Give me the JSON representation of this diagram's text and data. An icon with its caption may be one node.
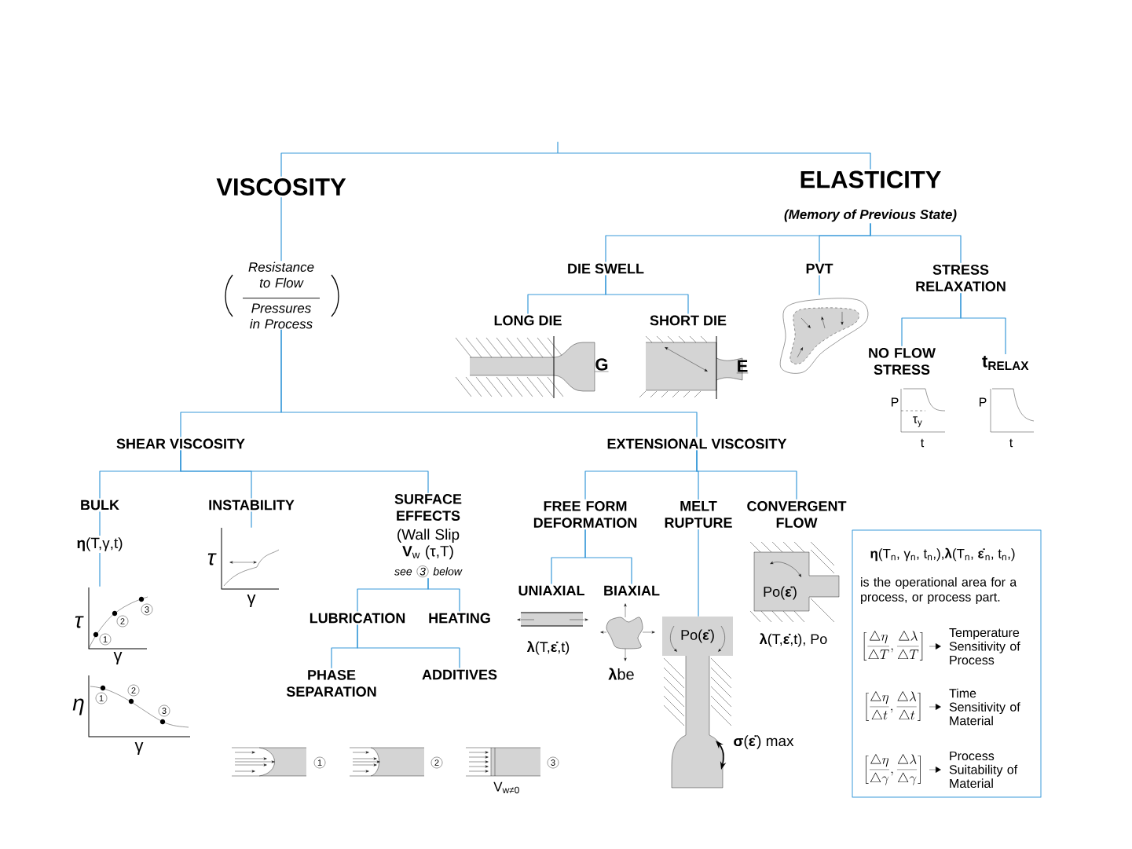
{
  "diagram": {
    "nodes": [
      {
        "text": [
          "VISCOSITY"
        ]
      },
      {
        "text": [
          "ELASTICITY",
          "(Memory of Previous State)"
        ]
      },
      {
        "text": [
          "Resistance to Flow",
          "Pressures in Process"
        ]
      },
      {
        "text": [
          "SHEAR VISCOSITY"
        ]
      },
      {
        "text": [
          "EXTENSIONAL VISCOSITY"
        ]
      },
      {
        "text": [
          "BULK"
        ]
      },
      {
        "text": [
          "INSTABILITY"
        ]
      },
      {
        "text": [
          "SURFACE EFFECTS",
          "(Wall Slip **V**$_{w}$ (τ,T)",
          "see",
          "3",
          "below"
        ]
      },
      {
        "text": [
          "**η**(T,γ,t)"
        ]
      },
      {
        "text": [
          "τ",
          "γ"
        ]
      },
      {
        "text": [
          "τ",
          "γ",
          "1",
          "2",
          "3"
        ]
      },
      {
        "text": [
          "LONG DIE"
        ]
      },
      {
        "text": [
          "LUBRICATION"
        ]
      },
      {
        "text": [
          "HEATING"
        ]
      },
      {
        "text": [
          "PHASE SEPARATION"
        ]
      },
      {
        "text": [
          "ADDITIVES"
        ]
      },
      {
        "text": [
          "DIE SWELL"
        ]
      },
      {
        "text": [
          "PVT"
        ]
      },
      {
        "text": [
          "STRESS RELAXATION"
        ]
      },
      {
        "text": [
          "SHORT DIE"
        ]
      },
      {
        "text": [],
        "shape": "picture"
      },
      {
        "text": [
          "NO FLOW STRESS"
        ]
      },
      {
        "text": [
          "t$_{RELAX}$"
        ]
      },
      {
        "text": [
          "FREE FORM DEFORMATION"
        ]
      },
      {
        "text": [
          "MELT RUPTURE"
        ]
      },
      {
        "text": [
          "CONVERGENT FLOW"
        ]
      },
      {
        "text": [
          "UNIAXIAL"
        ]
      },
      {
        "text": [
          "BIAXIAL"
        ]
      },
      {
        "text": [
          "Po(**ε̇**)"
        ]
      },
      {
        "text": [
          "**η**(T$_{n}$, γ$_{n}$, t$_{n}$,),**λ**(T$_{n}$, **ε̇**$_{n}$, t$_{n}$,)",
          "is the operational area for a process, or process part.",
          "\\left[\\frac{\\triangle\\eta}{\\triangle T},\\frac{\\triangle\\lambda}{\\triangle T}\\right]",
          "Temperature Sensitivity of Process",
          "\\left[\\frac{\\triangle\\eta}{\\triangle t},\\frac{\\triangle\\lambda}{\\triangle t}\\right]",
          "Time Sensitivity of Material",
          "\\left[\\frac{\\triangle\\eta}{\\triangle\\gamma},\\frac{\\triangle\\lambda}{\\triangle\\gamma}\\right]",
          "Process Suitability of Material"
        ]
      }
    ],
    "edges": [
      {
        "from": 0,
        "to": 1,
        "arrow": "none"
      },
      {
        "from": 0,
        "to": 2,
        "arrow": "none"
      },
      {
        "from": 2,
        "to": 3,
        "arrow": "none"
      },
      {
        "from": 2,
        "to": 4,
        "arrow": "none"
      },
      {
        "from": 1,
        "to": 16,
        "arrow": "none"
      },
      {
        "from": 1,
        "to": 17,
        "arrow": "none"
      },
      {
        "from": 1,
        "to": 18,
        "arrow": "none"
      },
      {
        "from": 16,
        "to": 11,
        "arrow": "none"
      },
      {
        "from": 16,
        "to": 19,
        "arrow": "none"
      },
      {
        "from": 17,
        "to": 20,
        "arrow": "none"
      },
      {
        "from": 18,
        "to": 21,
        "arrow": "none"
      },
      {
        "from": 18,
        "to": 22,
        "arrow": "none"
      },
      {
        "from": 3,
        "to": 5,
        "arrow": "none"
      },
      {
        "from": 3,
        "to": 6,
        "arrow": "none"
      },
      {
        "from": 3,
        "to": 7,
        "arrow": "none"
      },
      {
        "from": 5,
        "to": 8,
        "arrow": "none"
      },
      {
        "from": 8,
        "to": 10,
        "arrow": "none"
      },
      {
        "from": 6,
        "to": 9,
        "arrow": "none"
      },
      {
        "from": 7,
        "to": 12,
        "arrow": "none"
      },
      {
        "from": 7,
        "to": 13,
        "arrow": "none"
      },
      {
        "from": 12,
        "to": 14,
        "arrow": "none"
      },
      {
        "from": 12,
        "to": 15,
        "arrow": "none"
      },
      {
        "from": 4,
        "to": 23,
        "arrow": "none"
      },
      {
        "from": 4,
        "to": 24,
        "arrow": "none"
      },
      {
        "from": 4,
        "to": 25,
        "arrow": "none"
      },
      {
        "from": 23,
        "to": 26,
        "arrow": "none"
      },
      {
        "from": 23,
        "to": 27,
        "arrow": "none"
      },
      {
        "from": 24,
        "to": 28,
        "arrow": "none"
      }
    ],
    "labels": [
      "**σ**(**ε̇**) max",
      "η",
      "γ",
      "1",
      "2",
      "3",
      "G",
      "E",
      "P",
      "τ$_{y}$",
      "t",
      "P",
      "t",
      "**λ**(T,**ε̇**,t)",
      "**λ**be",
      "Po(**ε̇**)",
      "**λ**(T,**ε̇**,t), Po",
      "1",
      "2",
      "3",
      "V$_{w≠0}$"
    ]
  }
}
